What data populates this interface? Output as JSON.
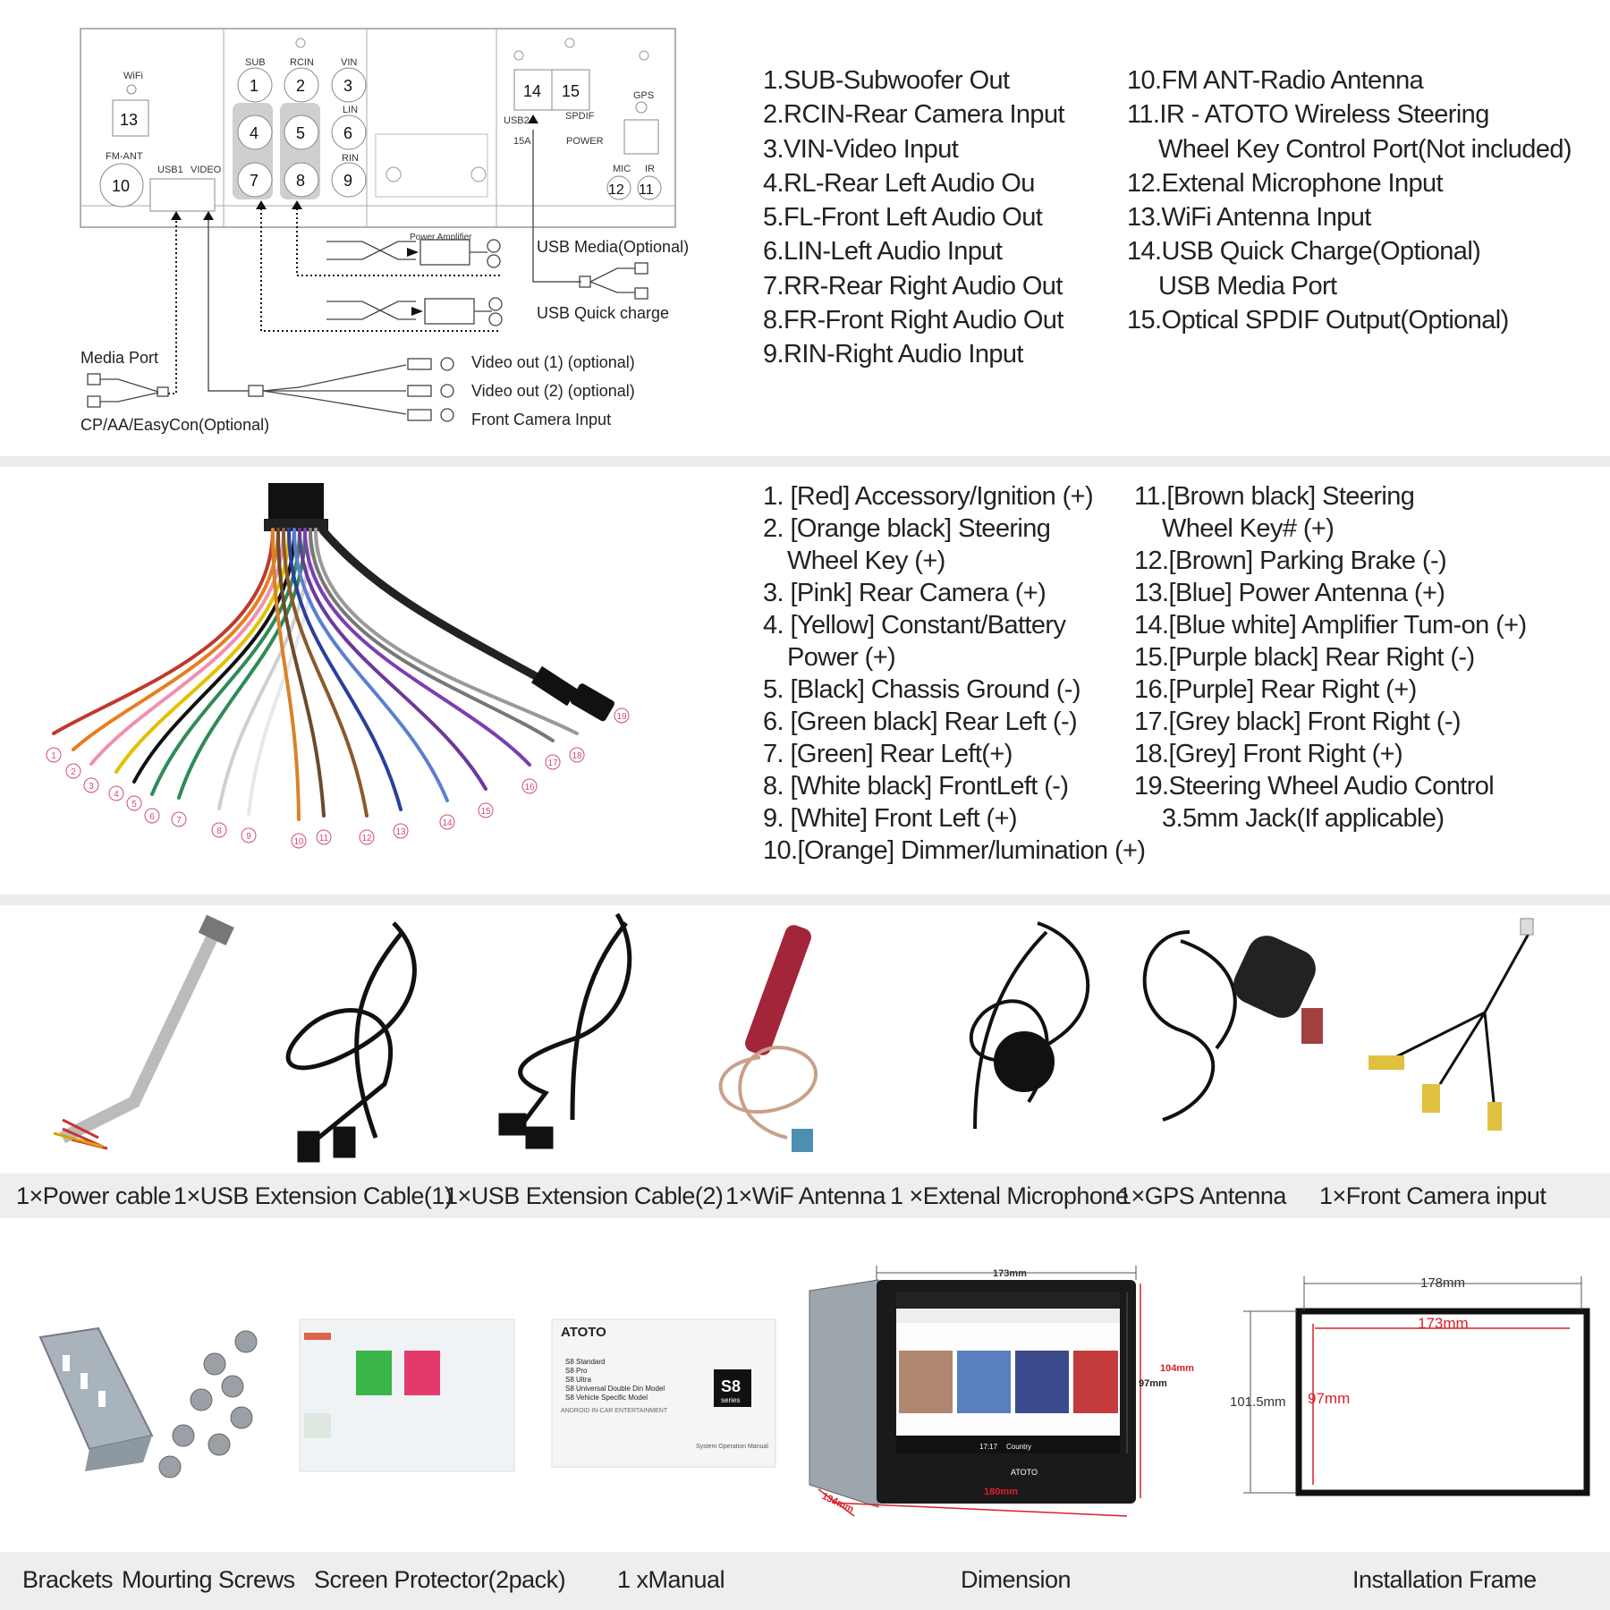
{
  "ports": {
    "labels": {
      "wifi": "WiFi",
      "sub": "SUB",
      "rcin": "RCIN",
      "vin": "VIN",
      "rl": "RL",
      "fl": "FL",
      "lin": "LIN",
      "rr": "RR",
      "fr": "FR",
      "rin": "RIN",
      "fmant": "FM-ANT",
      "usb1": "USB1",
      "video": "VIDEO",
      "usb2": "USB2",
      "spdif": "SPDIF",
      "a15": "15A",
      "power": "POWER",
      "gps": "GPS",
      "mic": "MIC",
      "ir": "IR"
    },
    "numbers": [
      "1",
      "2",
      "3",
      "4",
      "5",
      "6",
      "7",
      "8",
      "9",
      "10",
      "13",
      "14",
      "15",
      "12",
      "11"
    ],
    "power_amplifier": "Power Amplifier",
    "usb_media": "USB Media(Optional)",
    "usb_quick": "USB Quick charge",
    "media_port": "Media Port",
    "cp_aa": "CP/AA/EasyCon(Optional)",
    "video_out_1": "Video out (1) (optional)",
    "video_out_2": "Video out (2) (optional)",
    "front_camera": "Front Camera Input"
  },
  "port_list_left": [
    "1.SUB-Subwoofer Out",
    "2.RCIN-Rear Camera Input",
    "3.VIN-Video Input",
    "4.RL-Rear Left Audio Ou",
    "5.FL-Front Left Audio Out",
    "6.LIN-Left Audio Input",
    "7.RR-Rear Right Audio Out",
    "8.FR-Front Right Audio Out",
    "9.RIN-Right Audio Input"
  ],
  "port_list_right": [
    "10.FM ANT-Radio Antenna",
    "11.IR - ATOTO Wireless Steering",
    "Wheel Key Control Port(Not included)",
    "12.Extenal Microphone Input",
    "13.WiFi Antenna Input",
    "14.USB Quick Charge(Optional)",
    "USB Media Port",
    "15.Optical SPDIF Output(Optional)"
  ],
  "wire_list_left": [
    "1. [Red] Accessory/Ignition (+)",
    "2. [Orange black] Steering",
    "Wheel Key (+)",
    "3. [Pink] Rear Camera (+)",
    "4. [Yellow] Constant/Battery",
    "Power (+)",
    "5. [Black] Chassis Ground (-)",
    "6. [Green black] Rear Left (-)",
    "7. [Green] Rear Left(+)",
    "8. [White black] FrontLeft (-)",
    "9. [White] Front Left (+)",
    "10.[Orange] Dimmer/lumination (+)"
  ],
  "wire_list_right": [
    "11.[Brown black] Steering",
    "Wheel Key# (+)",
    "12.[Brown] Parking Brake (-)",
    "13.[Blue] Power Antenna (+)",
    "14.[Blue white] Amplifier Tum-on (+)",
    "15.[Purple black] Rear Right (-)",
    "16.[Purple] Rear Right (+)",
    "17.[Grey black] Front Right (-)",
    "18.[Grey] Front Right (+)",
    "19.Steering Wheel Audio Control",
    "3.5mm Jack(If applicable)"
  ],
  "wire_numbers": [
    "1",
    "2",
    "3",
    "4",
    "5",
    "6",
    "7",
    "8",
    "9",
    "10",
    "11",
    "12",
    "13",
    "14",
    "15",
    "16",
    "17",
    "18",
    "19"
  ],
  "accessories": [
    "1×Power cable",
    "1×USB Extension Cable(1)",
    "1×USB Extension Cable(2)",
    "1×WiF Antenna",
    "1 ×Extenal Microphone",
    "1×GPS Antenna",
    "1×Front Camera input"
  ],
  "bottom_captions": [
    "Brackets",
    "Mourting Screws",
    "Screen Protector(2pack)",
    "1 xManual",
    "Dimension",
    "Installation Frame"
  ],
  "manual": {
    "brand": "ATOTO",
    "items": [
      "S8 Standard",
      "S8 Pro",
      "S8 Ultra",
      "S8 Universal Double Din Model",
      "S8 Vehicle Specific Model"
    ],
    "tagline": "ANDROID IN-CAR ENTERTAINMENT",
    "badge": "S8",
    "badge_sub": "series",
    "footer": "System Operation Manual"
  },
  "dimension": {
    "top": "173mm",
    "height1": "104mm",
    "height2": "97mm",
    "depth": "134mm",
    "bottom": "180mm",
    "brand": "ATOTO",
    "time": "17:17",
    "country": "Country"
  },
  "frame": {
    "outer_w": "178mm",
    "inner_w": "173mm",
    "outer_h": "101.5mm",
    "inner_h": "97mm"
  },
  "colors": {
    "accent_red": "#d8202a",
    "caption_bar": "#eeeeee",
    "separator": "#ececec"
  }
}
